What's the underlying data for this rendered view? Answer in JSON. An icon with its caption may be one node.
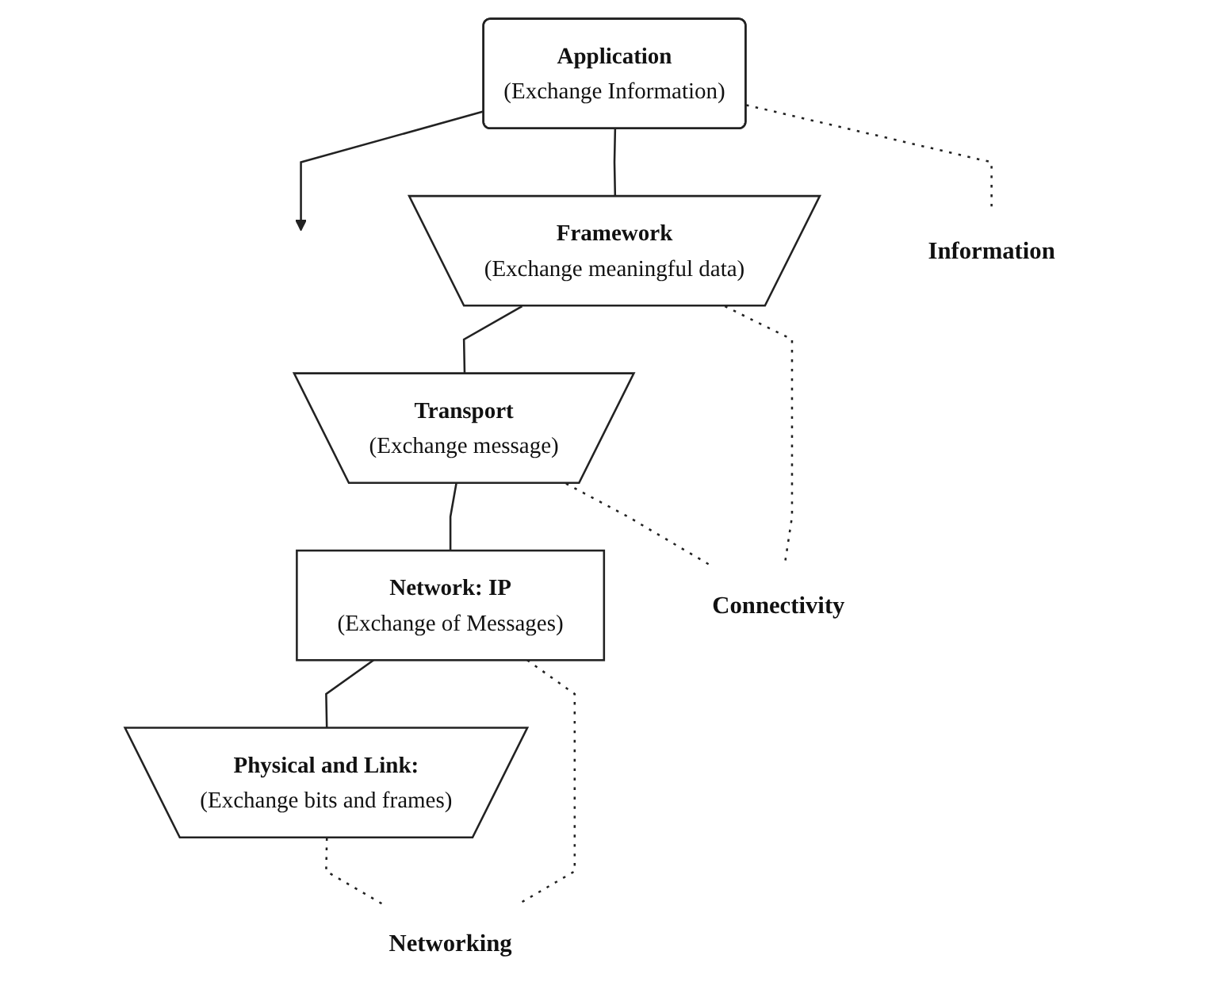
{
  "diagram": {
    "nodes": [
      {
        "text": [
          "Application",
          "(Exchange Information)"
        ]
      },
      {
        "text": [
          "Framework",
          "(Exchange meaningful data)"
        ]
      },
      {
        "text": [
          "Transport",
          "(Exchange  message)"
        ]
      },
      {
        "text": [
          "Network: IP",
          "(Exchange of Messages)"
        ]
      },
      {
        "text": [
          "Physical and Link:",
          "(Exchange  bits and frames)"
        ]
      },
      {
        "text": [
          "Information"
        ]
      },
      {
        "text": [
          "Connectivity"
        ]
      },
      {
        "text": [
          "Networking"
        ]
      }
    ],
    "edges": [
      {
        "from": 0,
        "to": null,
        "arrow": "to"
      },
      {
        "from": 0,
        "to": 1,
        "arrow": "none"
      },
      {
        "from": 1,
        "to": 2,
        "arrow": "none"
      },
      {
        "from": 2,
        "to": 3,
        "arrow": "none"
      },
      {
        "from": 3,
        "to": 4,
        "arrow": "none"
      },
      {
        "from": 0,
        "to": 5,
        "arrow": "none",
        "style": "dashed"
      },
      {
        "from": 1,
        "to": 6,
        "arrow": "none",
        "style": "dashed"
      },
      {
        "from": 2,
        "to": 6,
        "arrow": "none",
        "style": "dashed"
      },
      {
        "from": 3,
        "to": 7,
        "arrow": "none",
        "style": "dashed"
      },
      {
        "from": 4,
        "to": 7,
        "arrow": "none",
        "style": "dashed"
      }
    ]
  }
}
